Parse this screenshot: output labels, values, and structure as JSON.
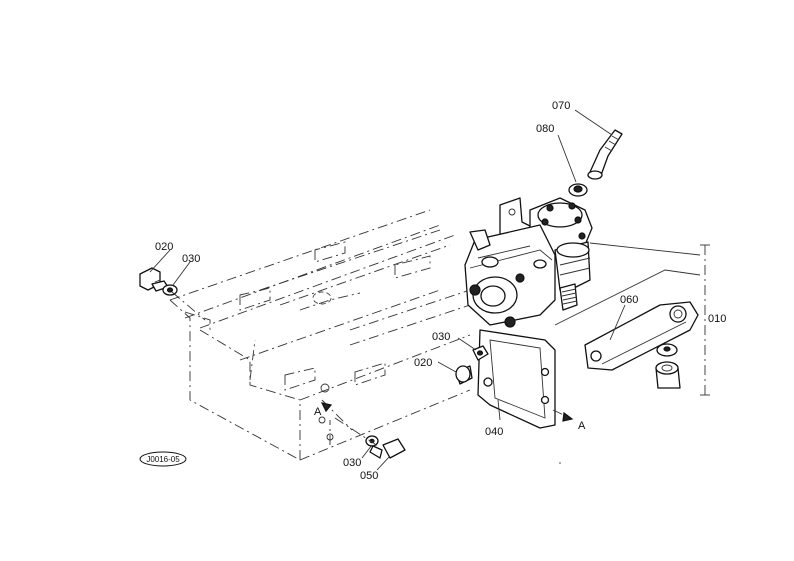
{
  "diagram": {
    "drawing_ref": "J0016-05",
    "callouts": {
      "p010": "010",
      "p020a": "020",
      "p030a": "030",
      "p020b": "020",
      "p030b": "030",
      "p030c": "030",
      "p040": "040",
      "p050": "050",
      "p060": "060",
      "p070": "070",
      "p080": "080"
    },
    "view_markers": {
      "left": "A",
      "right": "A"
    }
  }
}
